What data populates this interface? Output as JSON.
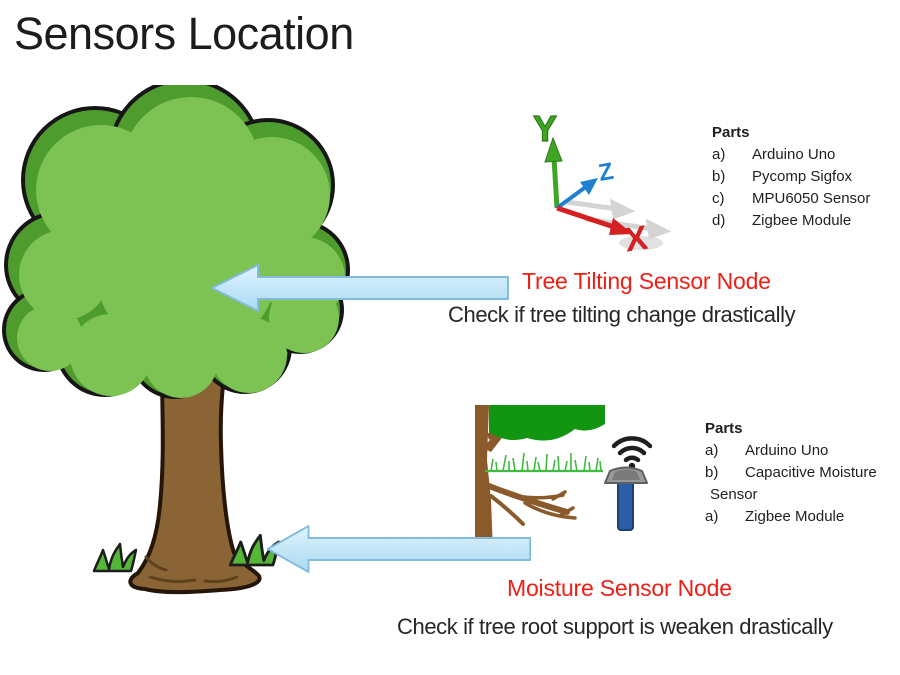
{
  "slide": {
    "title": "Sensors Location",
    "background": "#ffffff"
  },
  "colors": {
    "accent_red": "#ee1f14",
    "text_black": "#262626",
    "arrow_fill_top": "#dff3fc",
    "arrow_fill_bottom": "#aadaf2",
    "arrow_border": "#82bbdb",
    "tree_foliage_light": "#7cc353",
    "tree_foliage_dark": "#4e9b2e",
    "tree_trunk_brown": "#8a6434",
    "inset_foliage_green": "#129612",
    "inset_root_brown": "#8a5a2b",
    "sensor_probe_blue": "#2b5ea7",
    "sensor_cap_gray": "#9a9a9a",
    "axis_x_red": "#d42020",
    "axis_y_green": "#3fa525",
    "axis_z_blue": "#1f7fd0"
  },
  "tilt_node": {
    "icon": "xyz-axis-icon",
    "axis_labels": {
      "x": "X",
      "y": "Y",
      "z": "Z"
    },
    "parts_heading": "Parts",
    "parts": [
      {
        "marker": "a)",
        "text": "Arduino Uno"
      },
      {
        "marker": "b)",
        "text": "Pycomp Sigfox"
      },
      {
        "marker": "c)",
        "text": "MPU6050 Sensor"
      },
      {
        "marker": "d)",
        "text": "Zigbee Module"
      }
    ],
    "label": "Tree Tilting Sensor Node",
    "description": "Check if tree tilting change drastically"
  },
  "moisture_node": {
    "icon": "wifi-icon",
    "parts_heading": "Parts",
    "parts": [
      {
        "marker": "a)",
        "text": "Arduino Uno"
      },
      {
        "marker": "b)",
        "text": "Capacitive Moisture"
      },
      {
        "marker": "",
        "text": "Sensor"
      },
      {
        "marker": "a)",
        "text": "Zigbee Module"
      }
    ],
    "label": "Moisture Sensor Node",
    "description": "Check if tree root support is weaken drastically"
  }
}
